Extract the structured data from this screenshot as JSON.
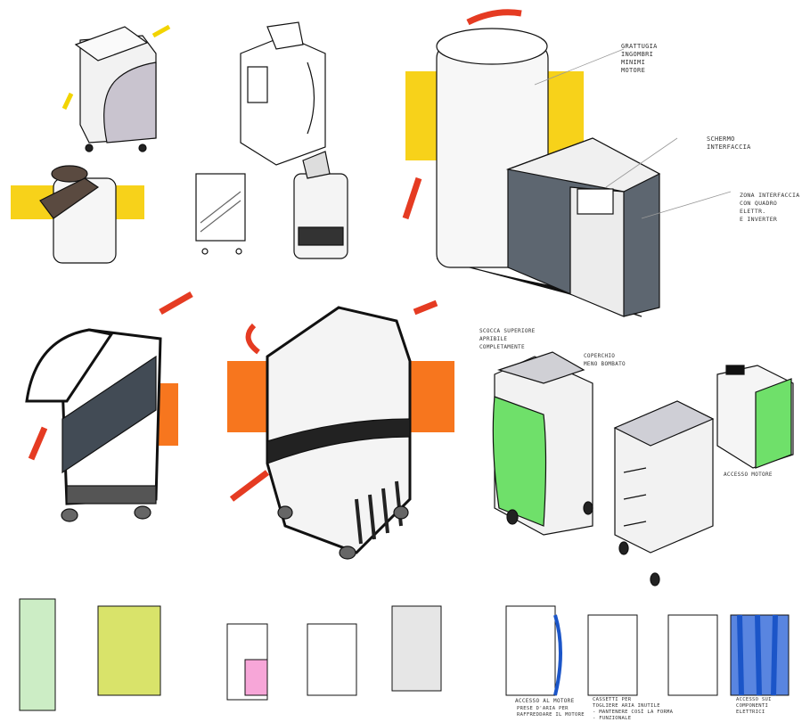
{
  "sheet": {
    "colors": {
      "yellow": "#f7d21a",
      "orange": "#f7761e",
      "red": "#e53b22",
      "grey": "#5d6670",
      "green": "#6fe06a",
      "blue": "#1b55c8",
      "ink": "#111111"
    },
    "annotations": {
      "motor": "GRATTUGIA\nINGOMBRI\nMINIMI\nMOTORE",
      "screen": "SCHERMO\nINTERFACCIA",
      "interface_zone": "ZONA INTERFACCIA\nCON QUADRO ELETTR.\nE INVERTER",
      "upper_shell": "SCOCCA SUPERIORE\nAPRIBILE\nCOMPLETAMENTE",
      "lid": "COPERCHIO\nMENO BOMBATO",
      "motor_access": "ACCESSO MOTORE",
      "motor_access_2": "ACCESSO AL MOTORE",
      "air_intakes": "PRESE D'ARIA PER\nRAFFREDDARE IL MOTORE",
      "drawers": "CASSETTI PER\nTOGLIERE ARIA INUTILE\n- MANTENERE COSÌ LA FORMA\n- FUNZIONALE",
      "electrical_access": "ACCESSO SUI COMPONENTI\nELETTRICI"
    }
  }
}
